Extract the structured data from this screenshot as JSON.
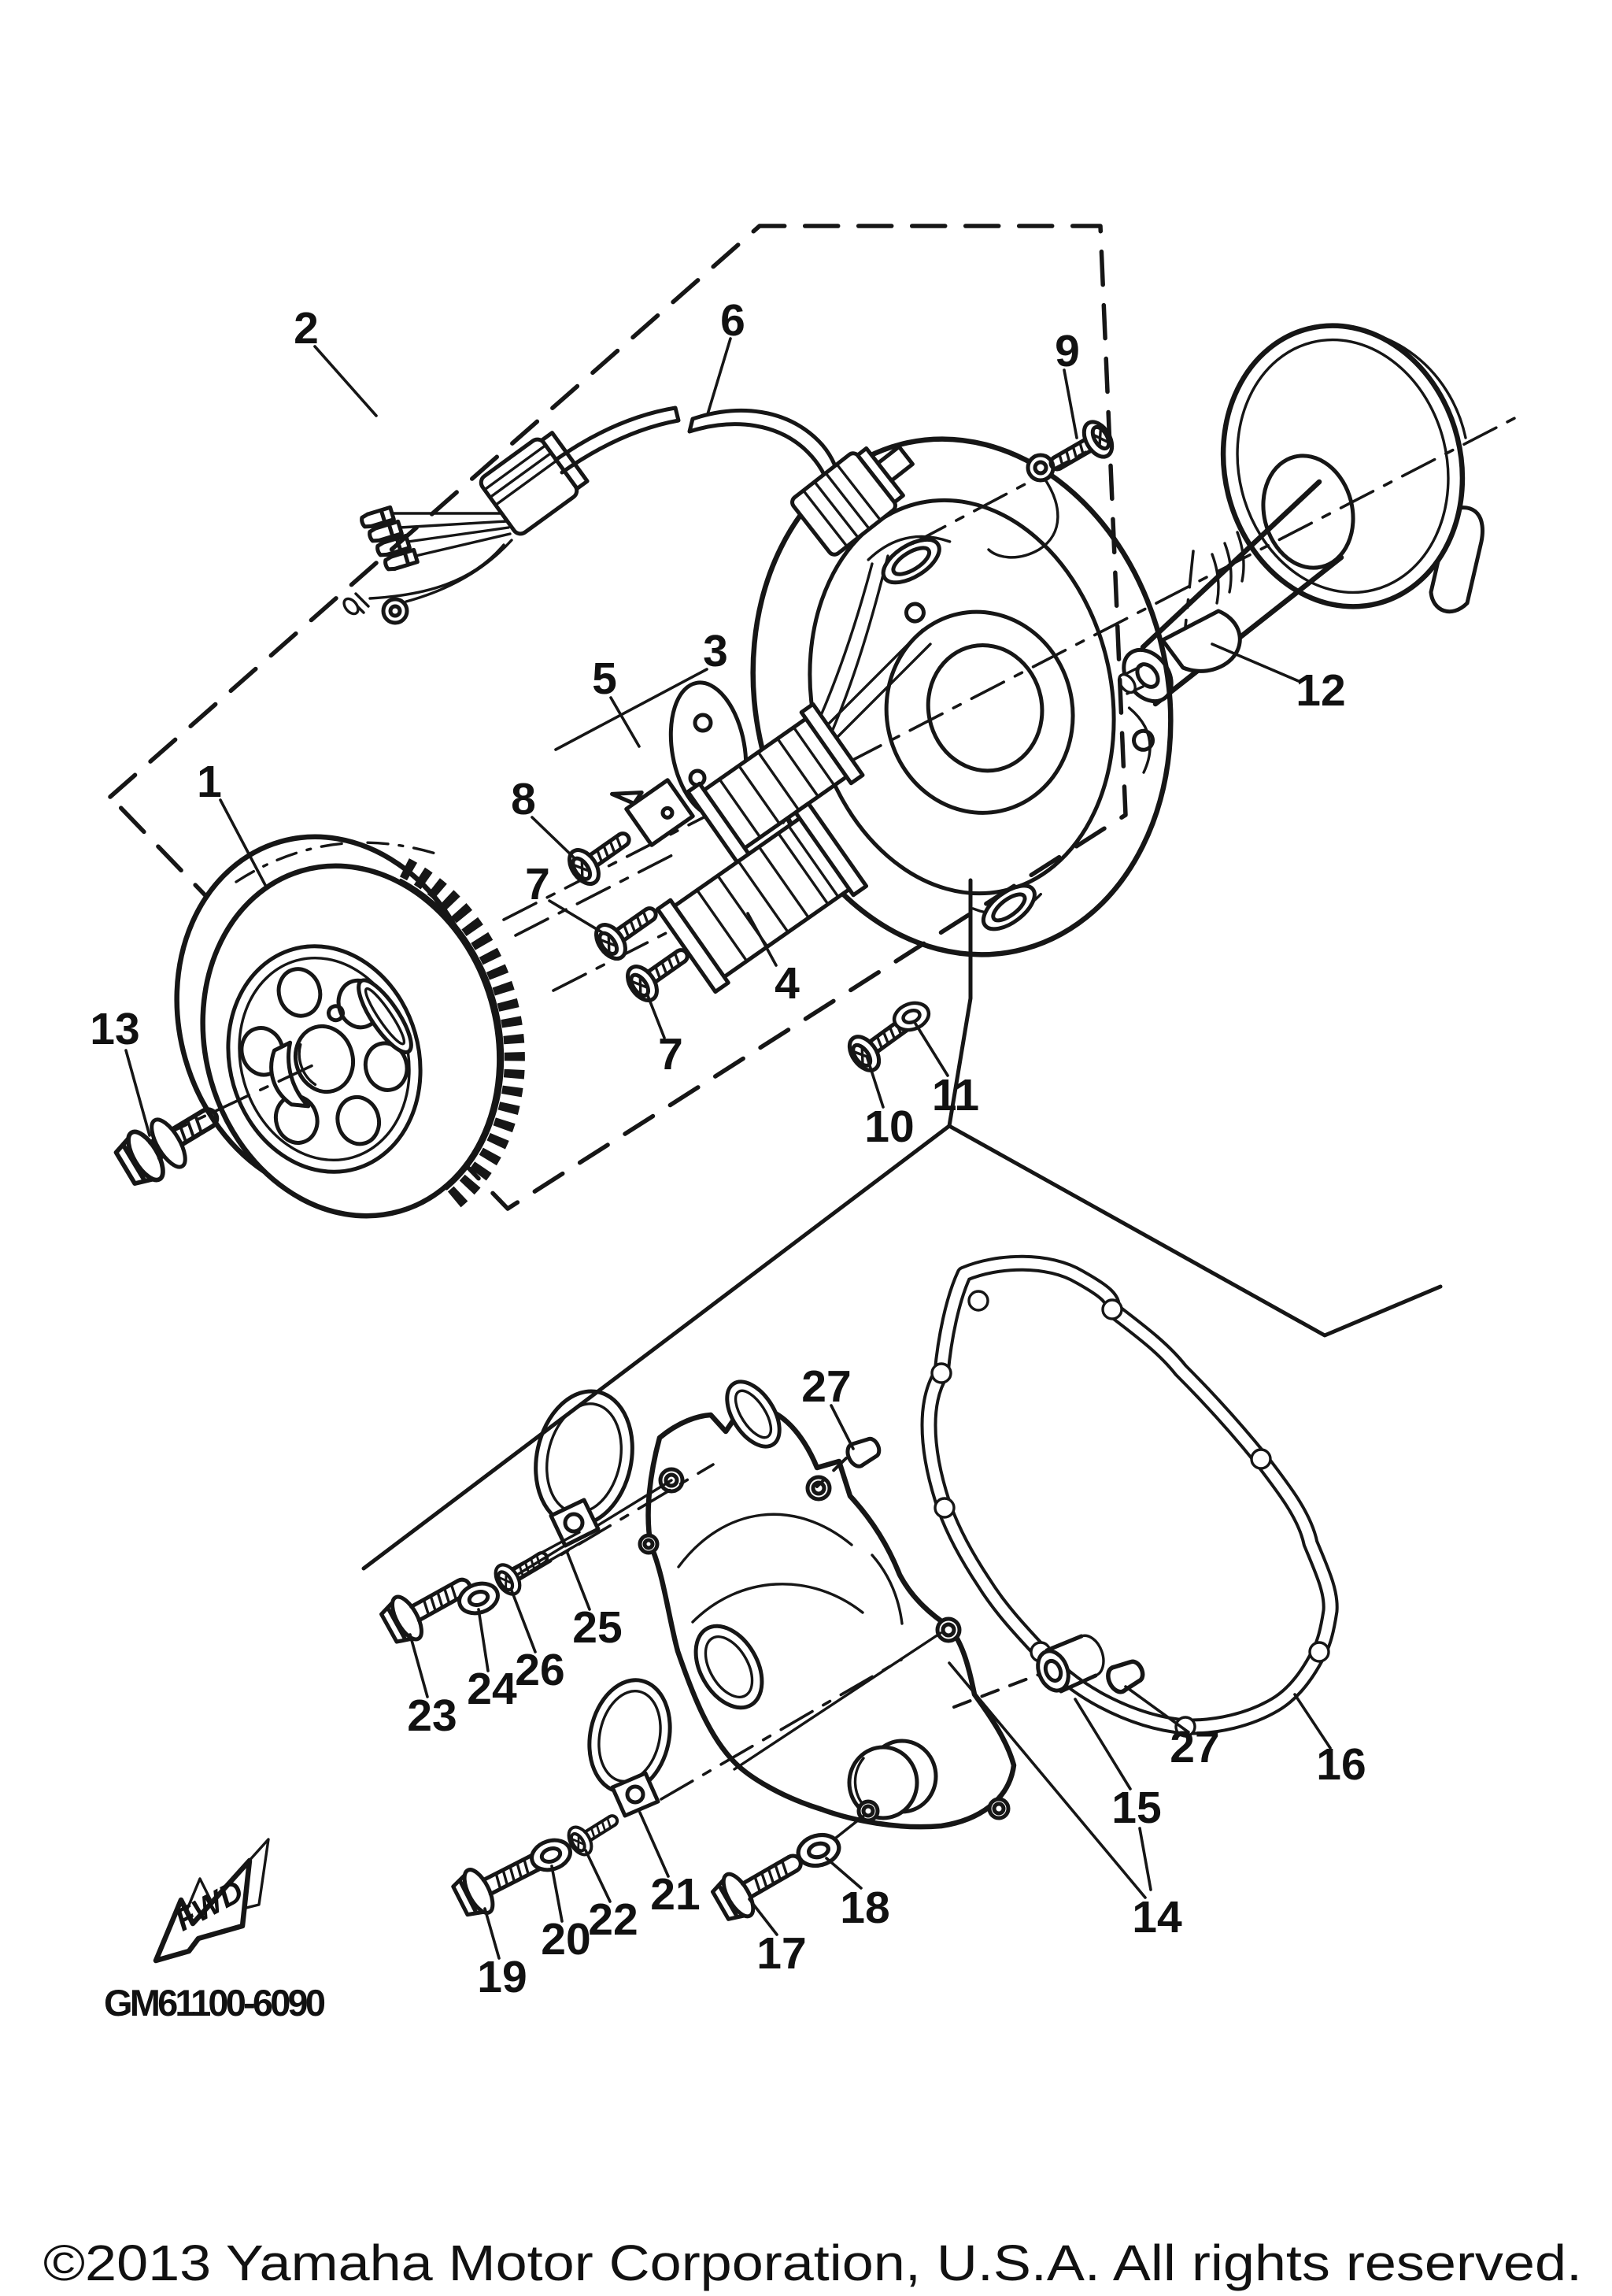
{
  "artwork": {
    "part_code": "GM61100-6090",
    "fwd_label": "FWD",
    "copyright": "©2013 Yamaha Motor Corporation, U.S.A. All rights reserved."
  },
  "callouts": [
    {
      "label": "1"
    },
    {
      "label": "2"
    },
    {
      "label": "3"
    },
    {
      "label": "4"
    },
    {
      "label": "5"
    },
    {
      "label": "6"
    },
    {
      "label": "7"
    },
    {
      "label": "7"
    },
    {
      "label": "8"
    },
    {
      "label": "9"
    },
    {
      "label": "10"
    },
    {
      "label": "11"
    },
    {
      "label": "12"
    },
    {
      "label": "13"
    },
    {
      "label": "14"
    },
    {
      "label": "15"
    },
    {
      "label": "16"
    },
    {
      "label": "17"
    },
    {
      "label": "18"
    },
    {
      "label": "19"
    },
    {
      "label": "20"
    },
    {
      "label": "21"
    },
    {
      "label": "22"
    },
    {
      "label": "23"
    },
    {
      "label": "24"
    },
    {
      "label": "25"
    },
    {
      "label": "26"
    },
    {
      "label": "27"
    },
    {
      "label": "27"
    }
  ]
}
